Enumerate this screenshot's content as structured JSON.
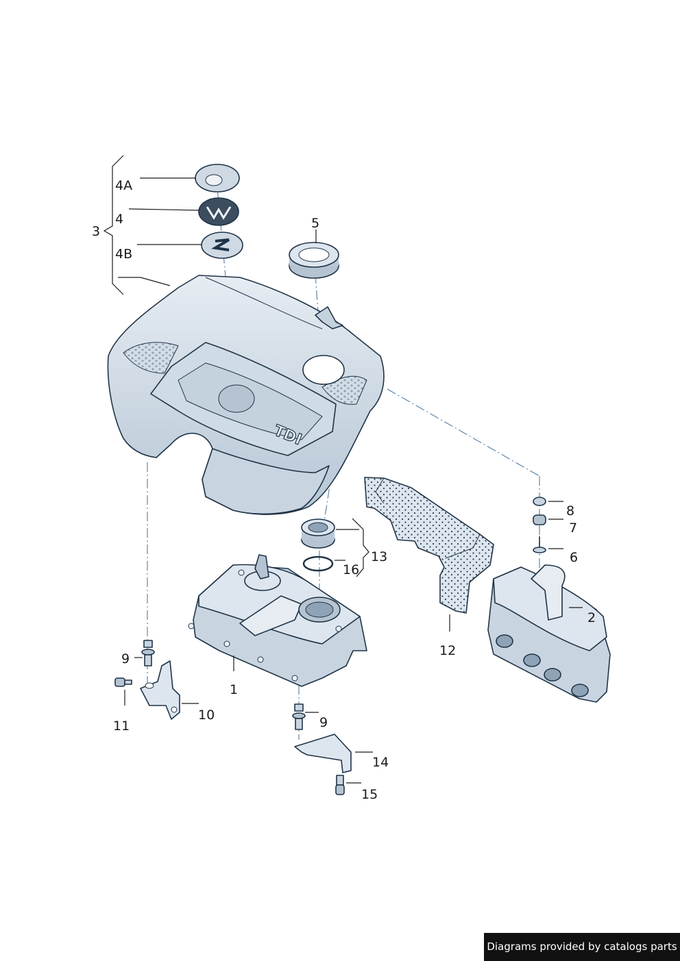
{
  "diagram": {
    "labels": {
      "p1": "1",
      "p2": "2",
      "p3": "3",
      "p4": "4",
      "p4a": "4A",
      "p4b": "4B",
      "p5": "5",
      "p6": "6",
      "p7": "7",
      "p8": "8",
      "p9a": "9",
      "p9b": "9",
      "p10": "10",
      "p11": "11",
      "p12": "12",
      "p13": "13",
      "p14": "14",
      "p15": "15",
      "p16": "16"
    },
    "cover_text": "TDI"
  },
  "footer": {
    "text": "Diagrams provided by catalogs parts"
  }
}
